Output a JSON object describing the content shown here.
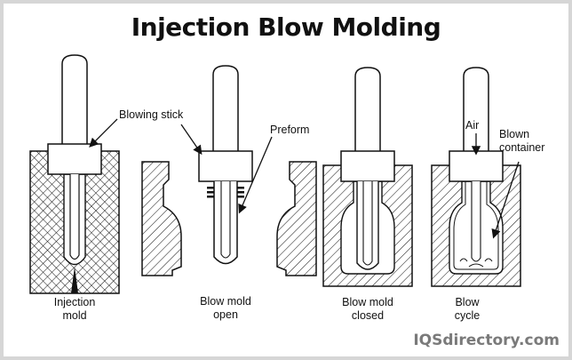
{
  "title": "Injection Blow Molding",
  "stages": [
    {
      "caption_line1": "Injection",
      "caption_line2": "mold"
    },
    {
      "caption_line1": "Blow mold",
      "caption_line2": "open"
    },
    {
      "caption_line1": "Blow mold",
      "caption_line2": "closed"
    },
    {
      "caption_line1": "Blow",
      "caption_line2": "cycle"
    }
  ],
  "callouts": {
    "blowing_stick": "Blowing stick",
    "preform": "Preform",
    "air": "Air",
    "blown_container_line1": "Blown",
    "blown_container_line2": "container"
  },
  "footer": "IQSdirectory.com",
  "colors": {
    "background": "#d6d6d6",
    "panel": "#ffffff",
    "line": "#111111",
    "footer_text": "#7a7a7a"
  }
}
